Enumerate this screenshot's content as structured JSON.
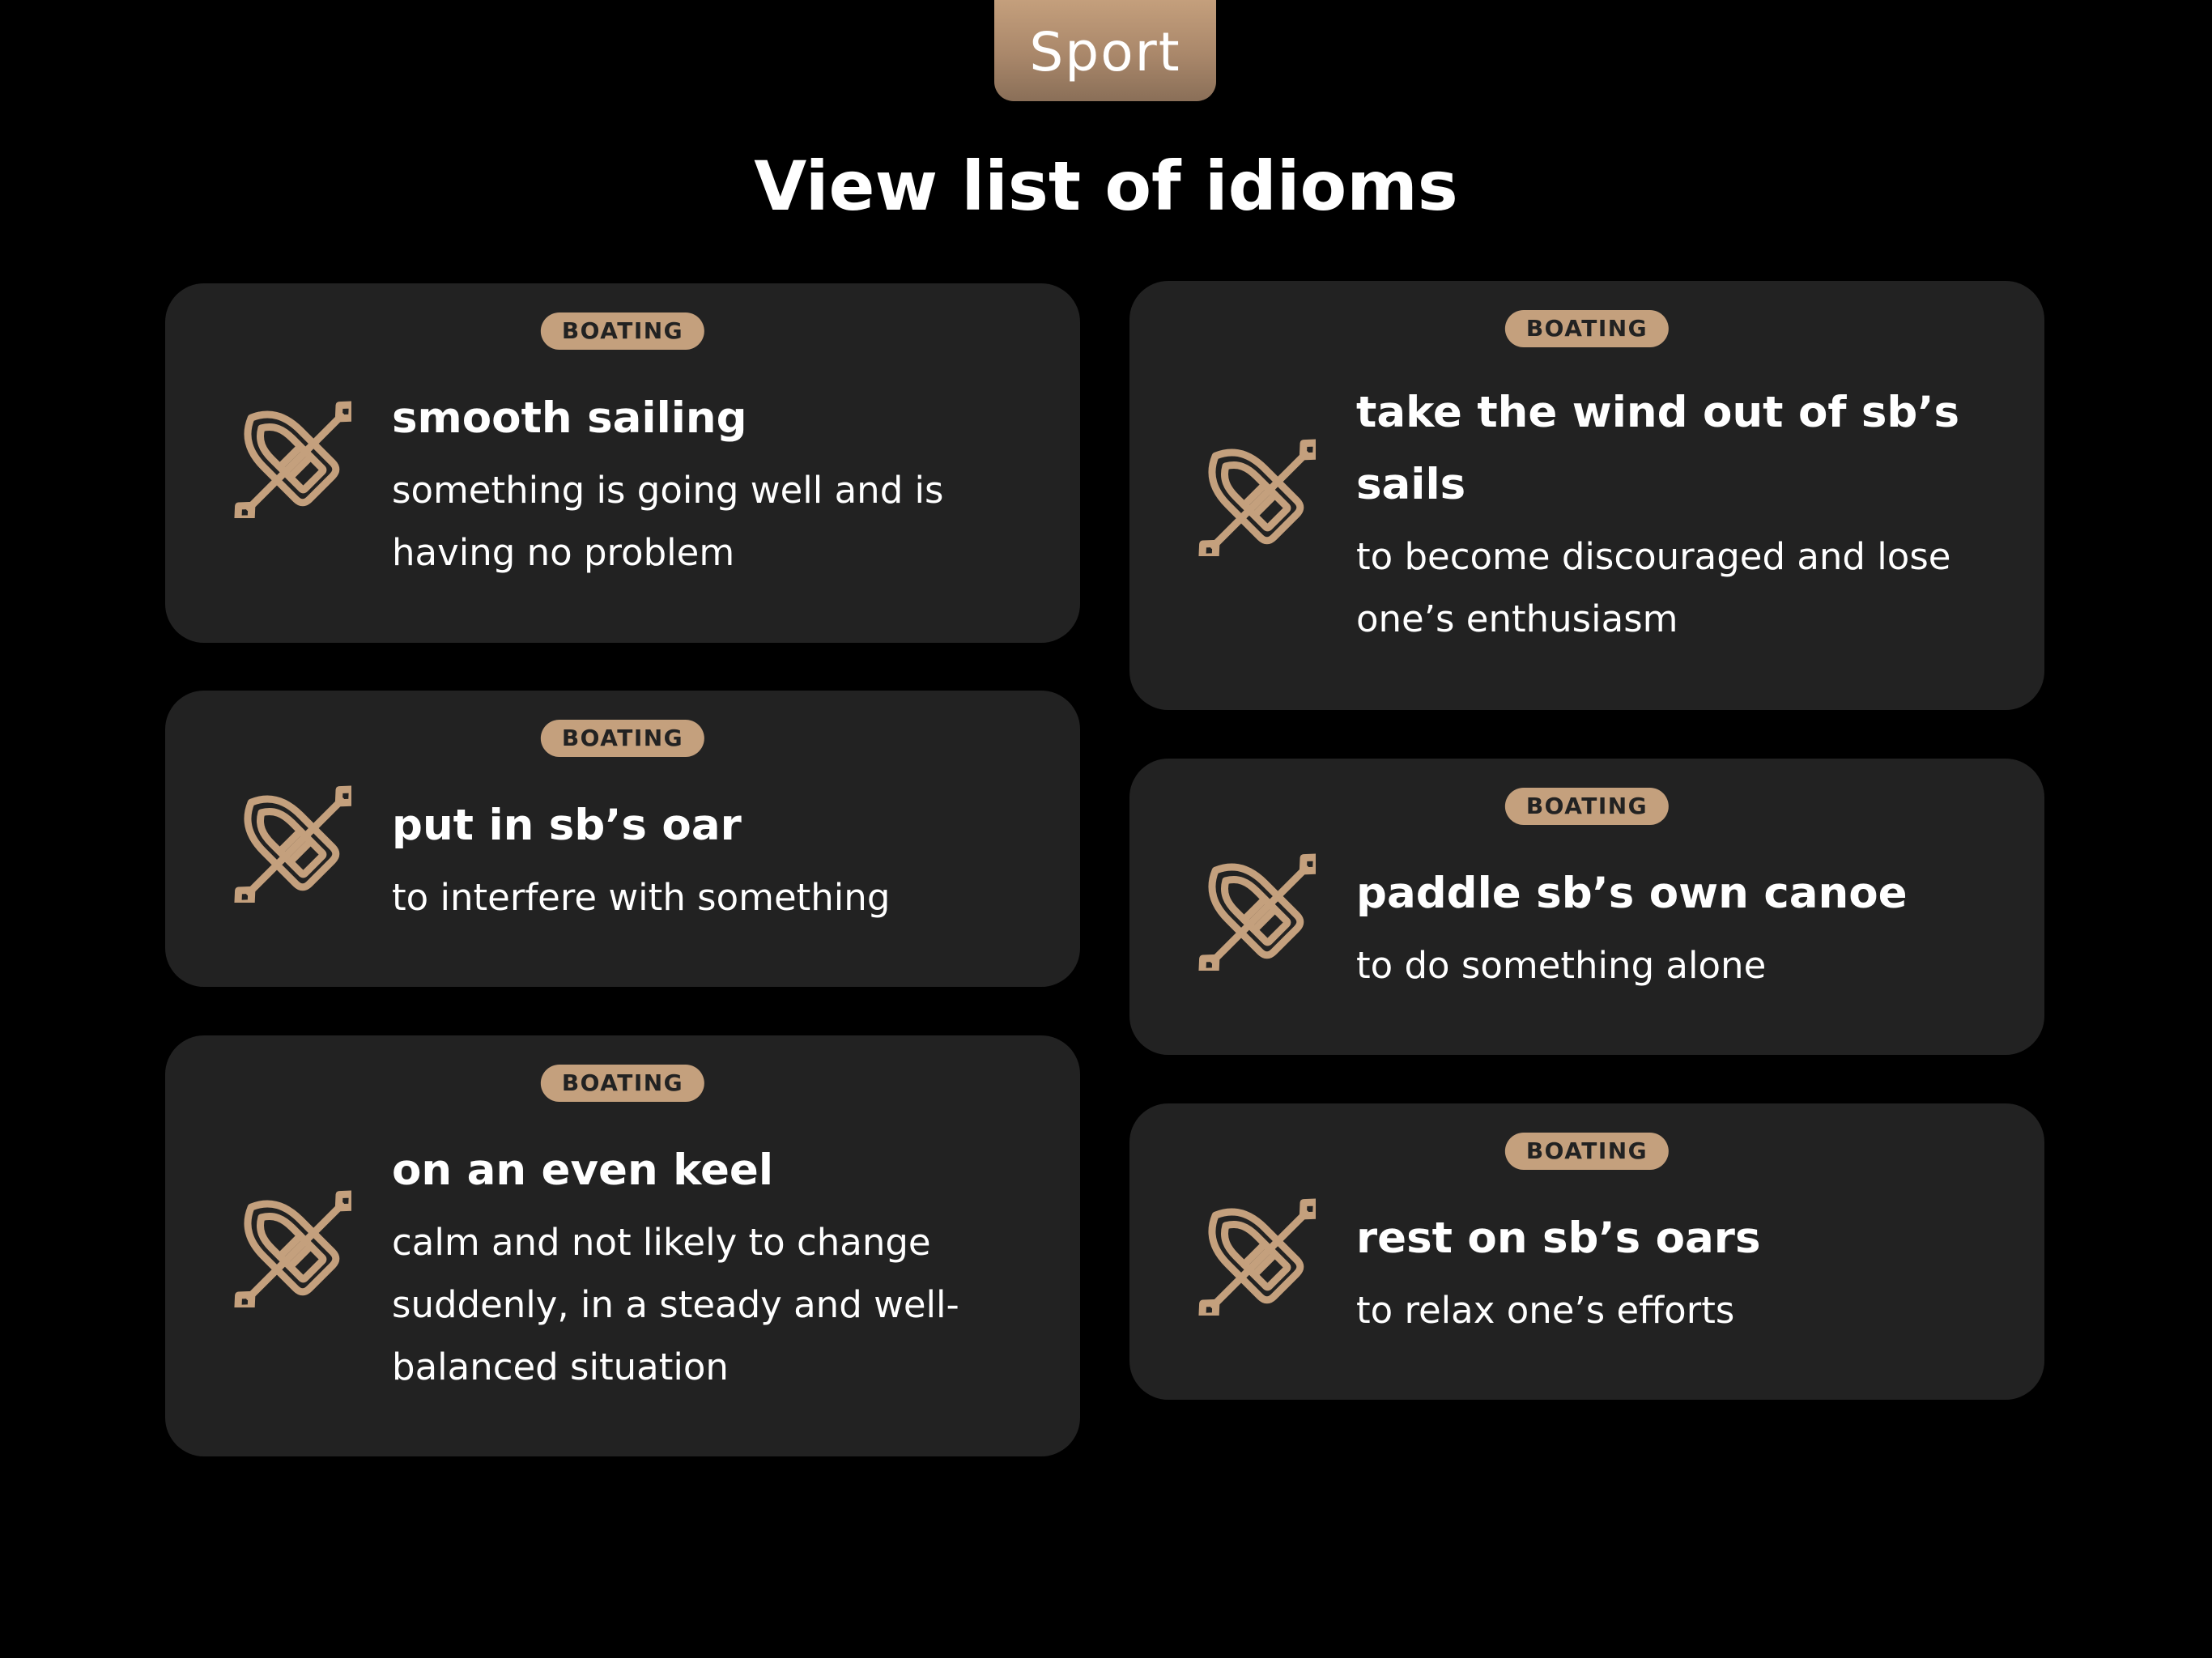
{
  "header": {
    "category": "Sport",
    "title": "View list of idioms"
  },
  "colors": {
    "background": "#000000",
    "card": "#222222",
    "accent": "#c4a07d",
    "text": "#ffffff"
  },
  "idioms": [
    {
      "badge": "BOATING",
      "icon": "rowing-boat-icon",
      "title": "smooth sailing",
      "meaning": "something is going well and is having no problem"
    },
    {
      "badge": "BOATING",
      "icon": "rowing-boat-icon",
      "title": "put in sb’s oar",
      "meaning": "to interfere with something"
    },
    {
      "badge": "BOATING",
      "icon": "rowing-boat-icon",
      "title": "on an even keel",
      "meaning": "calm and not likely to change suddenly, in a steady and well-balanced situation"
    },
    {
      "badge": "BOATING",
      "icon": "rowing-boat-icon",
      "title": "take the wind out of sb’s sails",
      "meaning": "to become discouraged and lose one’s enthusiasm"
    },
    {
      "badge": "BOATING",
      "icon": "rowing-boat-icon",
      "title": "paddle sb’s own canoe",
      "meaning": "to do something alone"
    },
    {
      "badge": "BOATING",
      "icon": "rowing-boat-icon",
      "title": "rest on sb’s oars",
      "meaning": "to relax one’s efforts"
    }
  ]
}
